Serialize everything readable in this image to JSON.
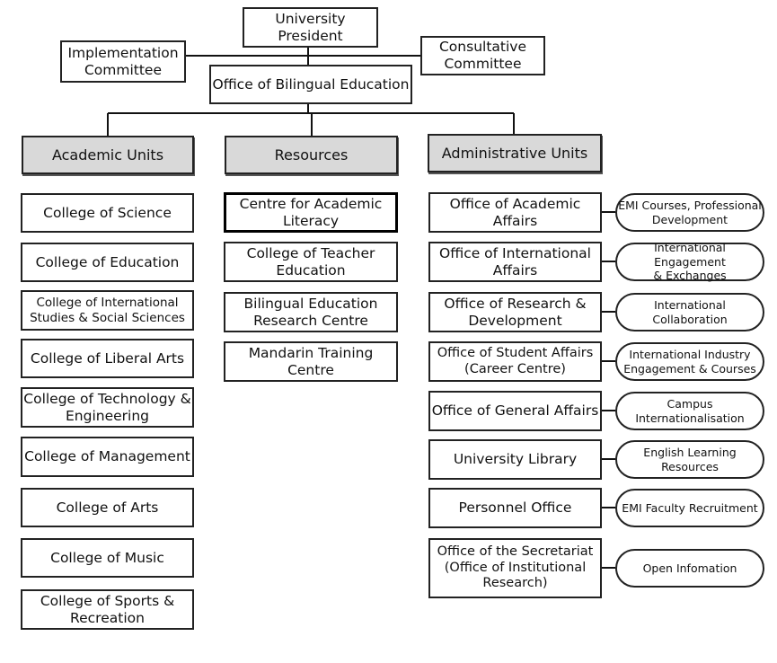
{
  "top": {
    "president": "University\nPresident",
    "implementation": "Implementation\nCommittee",
    "consultative": "Consultative\nCommittee",
    "office_bilingual": "Office of Bilingual Education"
  },
  "headers": {
    "academic": "Academic Units",
    "resources": "Resources",
    "administrative": "Administrative Units"
  },
  "academic_units": [
    "College of Science",
    "College of Education",
    "College of International\nStudies & Social Sciences",
    "College of Liberal Arts",
    "College of Technology &\nEngineering",
    "College of Management",
    "College of Arts",
    "College of Music",
    "College of Sports &\nRecreation"
  ],
  "resources": [
    "Centre for Academic\nLiteracy",
    "College of Teacher\nEducation",
    "Bilingual Education\nResearch Centre",
    "Mandarin Training\nCentre"
  ],
  "administrative_units": [
    "Office of Academic\nAffairs",
    "Office of International\nAffairs",
    "Office of Research &\nDevelopment",
    "Office of Student Affairs\n(Career Centre)",
    "Office of General Affairs",
    "University Library",
    "Personnel Office",
    "Office of the Secretariat\n(Office of Institutional\nResearch)"
  ],
  "admin_roles": [
    "EMI Courses, Professional\nDevelopment",
    "International Engagement\n& Exchanges",
    "International\nCollaboration",
    "International Industry\nEngagement & Courses",
    "Campus\nInternationalisation",
    "English Learning\nResources",
    "EMI Faculty Recruitment",
    "Open Infomation"
  ]
}
